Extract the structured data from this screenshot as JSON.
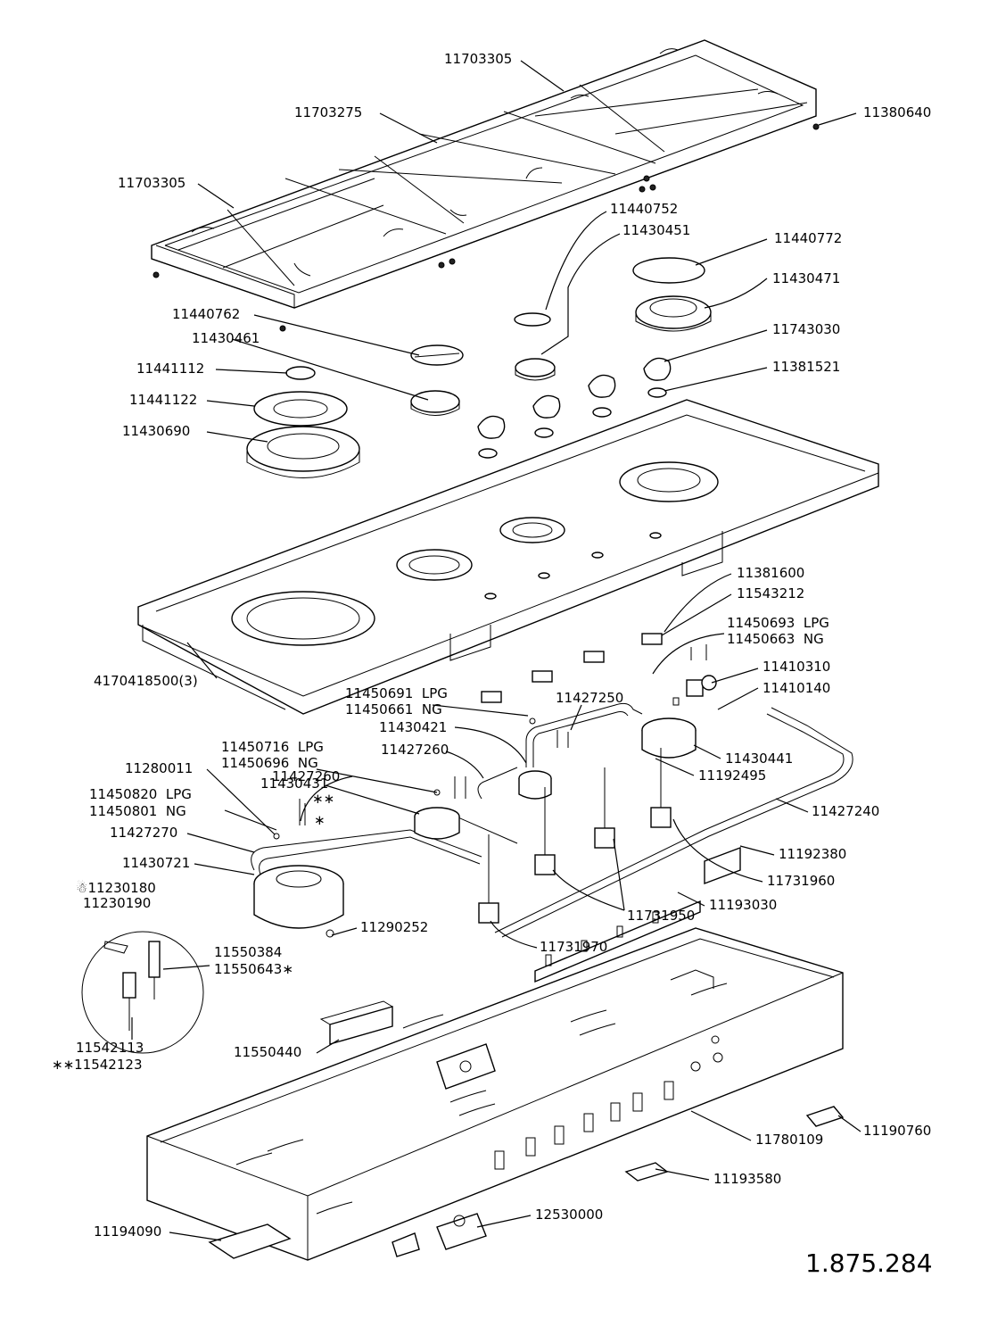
{
  "drawing_number": "1.875.284",
  "labels": [
    "11703305",
    "11703275",
    "11380640",
    "11703305",
    "11440752",
    "11430451",
    "11440772",
    "11430471",
    "11440762",
    "11430461",
    "11743030",
    "11441112",
    "11381521",
    "11441122",
    "11430690",
    "11381600",
    "11543212",
    "11450693  LPG",
    "11450663  NG",
    "4170418500(3)",
    "11410310",
    "11410140",
    "11450691  LPG",
    "11450661  NG",
    "11427250",
    "11430421",
    "11450716  LPG",
    "11450696  NG",
    "11427260",
    "11430441",
    "11430431",
    "11280011",
    "11427260",
    "11192495",
    "11450820  LPG",
    "11450801  NG",
    "11427240",
    "11427270",
    "11192380",
    "11430721",
    "11731960",
    "☃11230180",
    "11230190",
    "11290252",
    "11731950",
    "11193030",
    "11550384",
    "11550643∗",
    "11731970",
    "11542113",
    "∗∗11542123",
    "11550440",
    "11190760",
    "11780109",
    "11193580",
    "12530000",
    "11194090"
  ],
  "marks": [
    "∗∗",
    "∗"
  ]
}
